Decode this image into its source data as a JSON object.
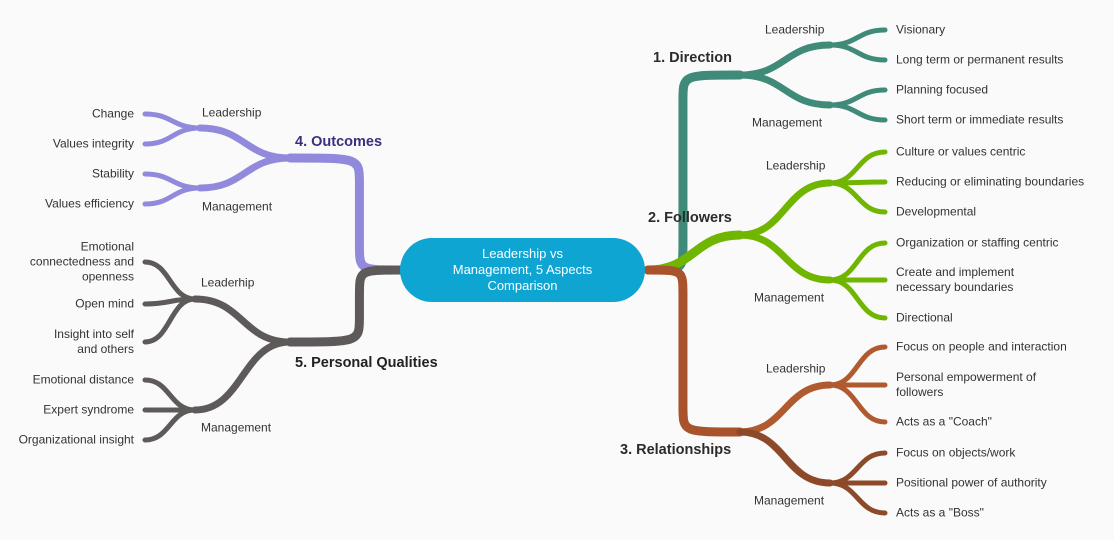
{
  "center": {
    "title": "Leadership vs\nManagement, 5 Aspects\nComparison",
    "color": "#0fa5d3"
  },
  "branches": [
    {
      "title": "1. Direction",
      "color": "#3f8a78",
      "subs": [
        {
          "label": "Leadership",
          "leaves": [
            "Visionary",
            "Long term or permanent results"
          ]
        },
        {
          "label": "Management",
          "leaves": [
            "Planning focused",
            "Short term or immediate results"
          ]
        }
      ]
    },
    {
      "title": "2. Followers",
      "color": "#70b500",
      "subs": [
        {
          "label": "Leadership",
          "leaves": [
            "Culture or values centric",
            "Reducing or eliminating boundaries",
            "Developmental"
          ]
        },
        {
          "label": "Management",
          "leaves": [
            "Organization or staffing centric",
            "Create and implement\nnecessary boundaries",
            "Directional"
          ]
        }
      ]
    },
    {
      "title": "3. Relationships",
      "color": "#a9532c",
      "subs": [
        {
          "label": "Leadership",
          "leaves": [
            "Focus on people and interaction",
            "Personal empowerment of\nfollowers",
            "Acts as a \"Coach\""
          ]
        },
        {
          "label": "Management",
          "leaves": [
            "Focus on objects/work",
            "Positional power of authority",
            "Acts as a \"Boss\""
          ]
        }
      ]
    },
    {
      "title": "4. Outcomes",
      "color": "#9189db",
      "subs": [
        {
          "label": "Leadership",
          "leaves": [
            "Change",
            "Values integrity"
          ]
        },
        {
          "label": "Management",
          "leaves": [
            "Stability",
            "Values efficiency"
          ]
        }
      ]
    },
    {
      "title": "5. Personal Qualities",
      "color": "#5e5a5a",
      "subs": [
        {
          "label": "Leaderhip",
          "leaves": [
            "Emotional\nconnectedness and\nopenness",
            "Open mind",
            "Insight into self\nand others"
          ]
        },
        {
          "label": "Management",
          "leaves": [
            "Emotional distance",
            "Expert syndrome",
            "Organizational insight"
          ]
        }
      ]
    }
  ]
}
